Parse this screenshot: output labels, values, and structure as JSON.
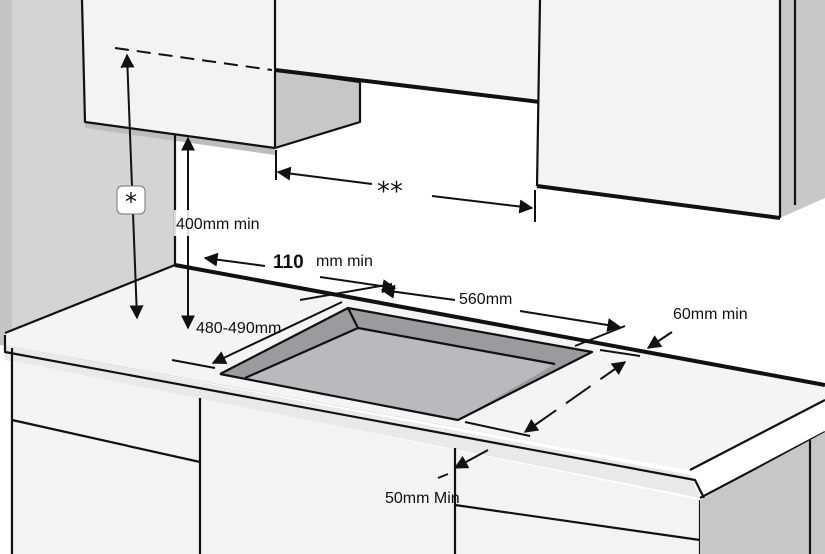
{
  "colors": {
    "wall": "#d4d4d6",
    "cabinet_front": "#f3f3f4",
    "cabinet_shade": "#bdbdc0",
    "cabinet_side": "#c7c7ca",
    "countertop": "#f4f4f5",
    "cutout_inner": "#9a9b9e",
    "cutout_floor": "#b9babd",
    "line": "#111111"
  },
  "labels": {
    "asterisk_badge": "*",
    "double_asterisk": "**",
    "height_min": "400mm min",
    "gap_value": "110",
    "gap_unit": "mm min",
    "width": "560mm",
    "depth": "480-490mm",
    "rear_gap": "60mm min",
    "front_gap": "50mm Min"
  }
}
